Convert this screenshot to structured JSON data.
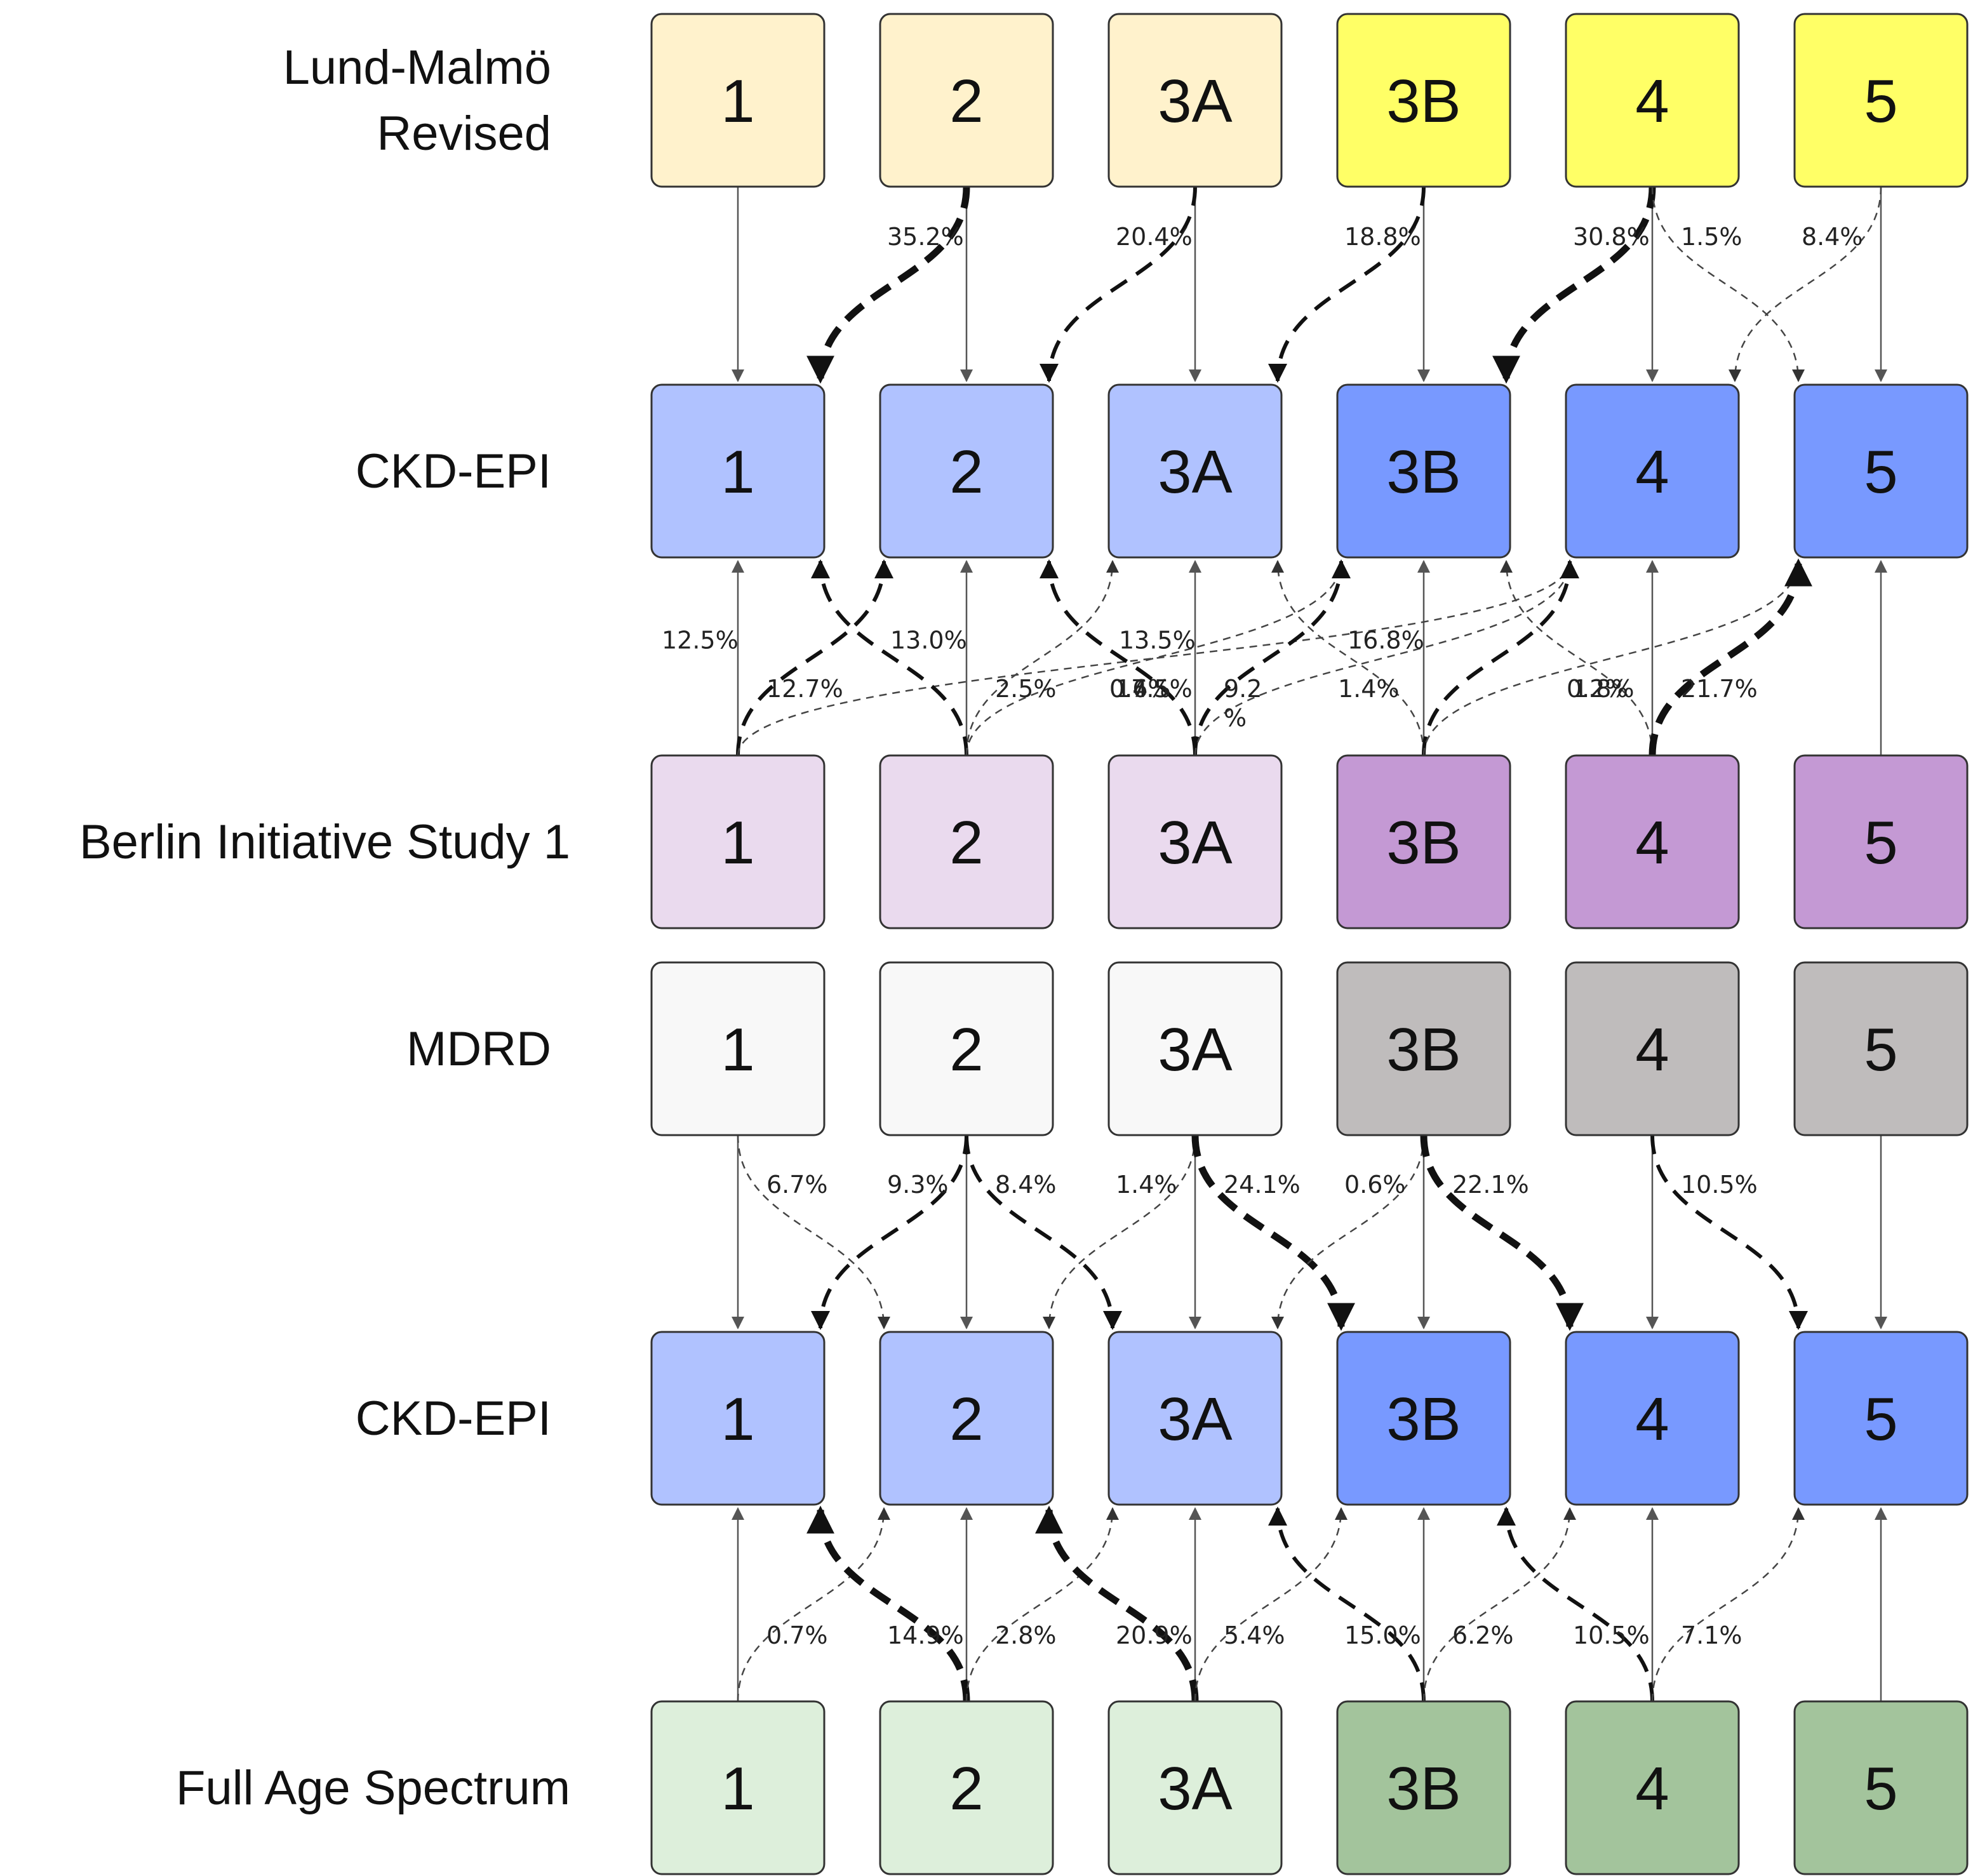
{
  "stages": [
    "1",
    "2",
    "3A",
    "3B",
    "4",
    "5"
  ],
  "rows": [
    {
      "id": "lmr",
      "label_lines": [
        "Lund-Malmö",
        "Revised"
      ],
      "colors": [
        "#FFF2CC",
        "#FFF2CC",
        "#FFF2CC",
        "#FFFF66",
        "#FFFF66",
        "#FFFF66"
      ]
    },
    {
      "id": "ckd1",
      "label_lines": [
        "CKD-EPI"
      ],
      "colors": [
        "#B0C2FF",
        "#B0C2FF",
        "#B0C2FF",
        "#7899FF",
        "#7899FF",
        "#7899FF"
      ]
    },
    {
      "id": "bis",
      "label_lines": [
        "Berlin Initiative Study 1"
      ],
      "colors": [
        "#EADAEE",
        "#EADAEE",
        "#EADAEE",
        "#C499D4",
        "#C499D4",
        "#C499D4"
      ]
    },
    {
      "id": "mdrd",
      "label_lines": [
        "MDRD"
      ],
      "colors": [
        "#F8F8F8",
        "#F8F8F8",
        "#F8F8F8",
        "#BFBCBC",
        "#BFBCBC",
        "#BFBCBC"
      ]
    },
    {
      "id": "ckd2",
      "label_lines": [
        "CKD-EPI"
      ],
      "colors": [
        "#B0C2FF",
        "#B0C2FF",
        "#B0C2FF",
        "#7899FF",
        "#7899FF",
        "#7899FF"
      ]
    },
    {
      "id": "fas",
      "label_lines": [
        "Full Age Spectrum"
      ],
      "colors": [
        "#DDEFDB",
        "#DDEFDB",
        "#DDEFDB",
        "#A3C49C",
        "#A3C49C",
        "#A3C49C"
      ]
    }
  ],
  "flows": [
    {
      "gap": "lmr-ckd1",
      "from": 1,
      "to": 0,
      "label": "35.2%",
      "weight": "heavy"
    },
    {
      "gap": "lmr-ckd1",
      "from": 2,
      "to": 1,
      "label": "20.4%",
      "weight": "medium"
    },
    {
      "gap": "lmr-ckd1",
      "from": 3,
      "to": 2,
      "label": "18.8%",
      "weight": "medium"
    },
    {
      "gap": "lmr-ckd1",
      "from": 4,
      "to": 3,
      "label": "30.8%",
      "weight": "heavy"
    },
    {
      "gap": "lmr-ckd1",
      "from": 4,
      "to": 5,
      "label": "1.5%",
      "weight": "light"
    },
    {
      "gap": "lmr-ckd1",
      "from": 5,
      "to": 4,
      "label": "8.4%",
      "weight": "light"
    },
    {
      "gap": "bis-ckd1",
      "from": 0,
      "to": 0,
      "label": "12.5%",
      "weight": "solid"
    },
    {
      "gap": "bis-ckd1",
      "from": 0,
      "to": 1,
      "label": "12.7%",
      "weight": "medium"
    },
    {
      "gap": "bis-ckd1",
      "from": 0,
      "to": 4,
      "label": "0.6%",
      "weight": "light"
    },
    {
      "gap": "bis-ckd1",
      "from": 1,
      "to": 0,
      "label": "",
      "weight": "medium"
    },
    {
      "gap": "bis-ckd1",
      "from": 1,
      "to": 1,
      "label": "13.0%",
      "weight": "solid"
    },
    {
      "gap": "bis-ckd1",
      "from": 1,
      "to": 2,
      "label": "2.5%",
      "weight": "light"
    },
    {
      "gap": "bis-ckd1",
      "from": 1,
      "to": 3,
      "label": "0.4%",
      "weight": "light"
    },
    {
      "gap": "bis-ckd1",
      "from": 2,
      "to": 1,
      "label": "17.5%",
      "weight": "medium"
    },
    {
      "gap": "bis-ckd1",
      "from": 2,
      "to": 2,
      "label": "13.5%",
      "weight": "solid"
    },
    {
      "gap": "bis-ckd1",
      "from": 2,
      "to": 3,
      "label": "9.2\n%",
      "weight": "medium"
    },
    {
      "gap": "bis-ckd1",
      "from": 2,
      "to": 4,
      "label": "1.4%",
      "weight": "light"
    },
    {
      "gap": "bis-ckd1",
      "from": 3,
      "to": 2,
      "label": "",
      "weight": "light"
    },
    {
      "gap": "bis-ckd1",
      "from": 3,
      "to": 3,
      "label": "16.8%",
      "weight": "solid"
    },
    {
      "gap": "bis-ckd1",
      "from": 3,
      "to": 4,
      "label": "",
      "weight": "medium"
    },
    {
      "gap": "bis-ckd1",
      "from": 3,
      "to": 5,
      "label": "0.2%",
      "weight": "light"
    },
    {
      "gap": "bis-ckd1",
      "from": 4,
      "to": 3,
      "label": "1.8%",
      "weight": "light"
    },
    {
      "gap": "bis-ckd1",
      "from": 4,
      "to": 5,
      "label": "21.7%",
      "weight": "heavy"
    },
    {
      "gap": "mdrd-ckd2",
      "from": 0,
      "to": 1,
      "label": "6.7%",
      "weight": "light"
    },
    {
      "gap": "mdrd-ckd2",
      "from": 1,
      "to": 0,
      "label": "9.3%",
      "weight": "medium"
    },
    {
      "gap": "mdrd-ckd2",
      "from": 1,
      "to": 2,
      "label": "8.4%",
      "weight": "medium"
    },
    {
      "gap": "mdrd-ckd2",
      "from": 2,
      "to": 1,
      "label": "1.4%",
      "weight": "light"
    },
    {
      "gap": "mdrd-ckd2",
      "from": 2,
      "to": 3,
      "label": "24.1%",
      "weight": "heavy"
    },
    {
      "gap": "mdrd-ckd2",
      "from": 3,
      "to": 2,
      "label": "0.6%",
      "weight": "light"
    },
    {
      "gap": "mdrd-ckd2",
      "from": 3,
      "to": 4,
      "label": "22.1%",
      "weight": "heavy"
    },
    {
      "gap": "mdrd-ckd2",
      "from": 4,
      "to": 5,
      "label": "10.5%",
      "weight": "medium"
    },
    {
      "gap": "fas-ckd2",
      "from": 0,
      "to": 1,
      "label": "0.7%",
      "weight": "light"
    },
    {
      "gap": "fas-ckd2",
      "from": 1,
      "to": 0,
      "label": "14.9%",
      "weight": "heavy"
    },
    {
      "gap": "fas-ckd2",
      "from": 1,
      "to": 2,
      "label": "2.8%",
      "weight": "light"
    },
    {
      "gap": "fas-ckd2",
      "from": 2,
      "to": 1,
      "label": "20.9%",
      "weight": "heavy"
    },
    {
      "gap": "fas-ckd2",
      "from": 2,
      "to": 3,
      "label": "5.4%",
      "weight": "light"
    },
    {
      "gap": "fas-ckd2",
      "from": 3,
      "to": 2,
      "label": "15.0%",
      "weight": "medium"
    },
    {
      "gap": "fas-ckd2",
      "from": 3,
      "to": 4,
      "label": "6.2%",
      "weight": "light"
    },
    {
      "gap": "fas-ckd2",
      "from": 4,
      "to": 3,
      "label": "10.5%",
      "weight": "medium"
    },
    {
      "gap": "fas-ckd2",
      "from": 4,
      "to": 5,
      "label": "7.1%",
      "weight": "light"
    }
  ],
  "colors": {
    "arrow": "#111111",
    "solid_arrow": "#555555"
  }
}
